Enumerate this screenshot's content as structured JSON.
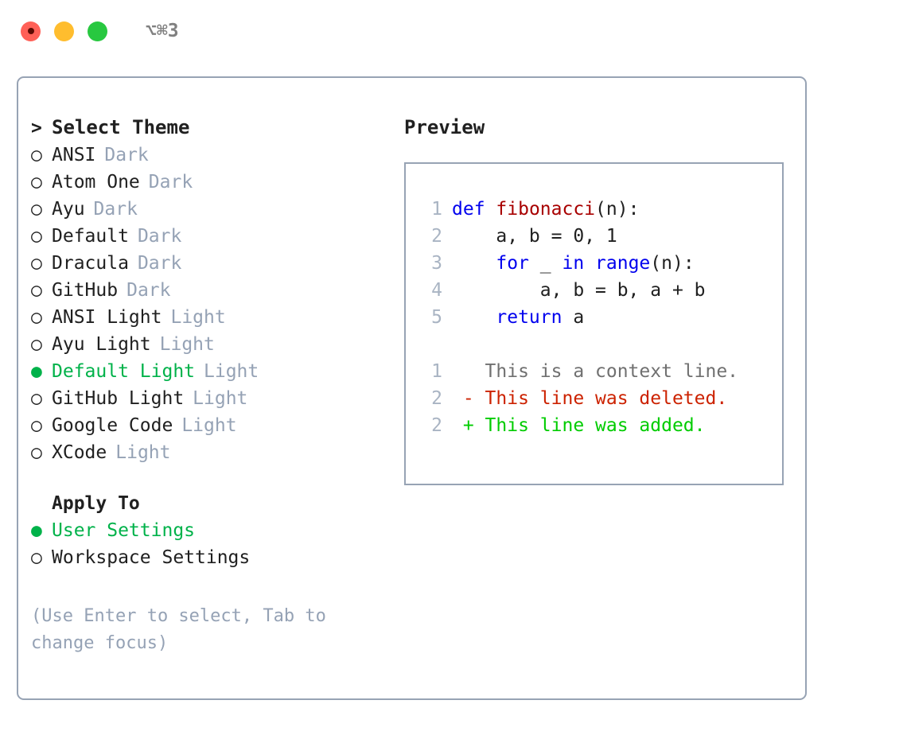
{
  "window": {
    "title": "⌥⌘3",
    "lights": [
      "close-red",
      "minimize-yellow",
      "zoom-green"
    ]
  },
  "theme_picker": {
    "header": {
      "marker": ">",
      "label": "Select Theme"
    },
    "items": [
      {
        "marker": "○",
        "label": "ANSI",
        "badge": "Dark",
        "selected": false
      },
      {
        "marker": "○",
        "label": "Atom One",
        "badge": "Dark",
        "selected": false
      },
      {
        "marker": "○",
        "label": "Ayu",
        "badge": "Dark",
        "selected": false
      },
      {
        "marker": "○",
        "label": "Default",
        "badge": "Dark",
        "selected": false
      },
      {
        "marker": "○",
        "label": "Dracula",
        "badge": "Dark",
        "selected": false
      },
      {
        "marker": "○",
        "label": "GitHub",
        "badge": "Dark",
        "selected": false
      },
      {
        "marker": "○",
        "label": "ANSI Light",
        "badge": "Light",
        "selected": false
      },
      {
        "marker": "○",
        "label": "Ayu Light",
        "badge": "Light",
        "selected": false
      },
      {
        "marker": "●",
        "label": "Default Light",
        "badge": "Light",
        "selected": true
      },
      {
        "marker": "○",
        "label": "GitHub Light",
        "badge": "Light",
        "selected": false
      },
      {
        "marker": "○",
        "label": "Google Code",
        "badge": "Light",
        "selected": false
      },
      {
        "marker": "○",
        "label": "XCode",
        "badge": "Light",
        "selected": false
      }
    ]
  },
  "apply_to": {
    "header": "Apply To",
    "items": [
      {
        "marker": "●",
        "label": "User Settings",
        "selected": true
      },
      {
        "marker": "○",
        "label": "Workspace Settings",
        "selected": false
      }
    ]
  },
  "hint": "(Use Enter to select, Tab to change focus)",
  "preview": {
    "title": "Preview",
    "code_lines": [
      {
        "no": "1",
        "indent": "",
        "tokens": [
          {
            "t": "def",
            "c": "kw"
          },
          {
            "t": " ",
            "c": "plain"
          },
          {
            "t": "fibonacci",
            "c": "fn"
          },
          {
            "t": "(n):",
            "c": "plain"
          }
        ]
      },
      {
        "no": "2",
        "indent": "    ",
        "tokens": [
          {
            "t": "a, b = 0, 1",
            "c": "plain"
          }
        ]
      },
      {
        "no": "3",
        "indent": "    ",
        "tokens": [
          {
            "t": "for",
            "c": "kw"
          },
          {
            "t": " _ ",
            "c": "plain"
          },
          {
            "t": "in",
            "c": "kw"
          },
          {
            "t": " ",
            "c": "plain"
          },
          {
            "t": "range",
            "c": "kw"
          },
          {
            "t": "(n):",
            "c": "plain"
          }
        ]
      },
      {
        "no": "4",
        "indent": "        ",
        "tokens": [
          {
            "t": "a, b = b, a + b",
            "c": "plain"
          }
        ]
      },
      {
        "no": "5",
        "indent": "    ",
        "tokens": [
          {
            "t": "return",
            "c": "kw"
          },
          {
            "t": " a",
            "c": "plain"
          }
        ]
      }
    ],
    "diff_lines": [
      {
        "no": "1",
        "sign": " ",
        "text": "This is a context line.",
        "kind": "ctx"
      },
      {
        "no": "2",
        "sign": "-",
        "text": "This line was deleted.",
        "kind": "del"
      },
      {
        "no": "2",
        "sign": "+",
        "text": "This line was added.",
        "kind": "add"
      }
    ]
  },
  "colors": {
    "selected_green": "#00b24a",
    "badge_gray": "#95a2b5",
    "border": "#97a3b4",
    "keyword_blue": "#0000ee",
    "function_red": "#a80000",
    "diff_delete": "#cc2200",
    "diff_add": "#00cc00",
    "diff_context": "#707070",
    "lineno": "#a9b4c3",
    "light_red": "#ff6057",
    "light_yellow": "#ffbd2e",
    "light_green": "#28c840"
  }
}
